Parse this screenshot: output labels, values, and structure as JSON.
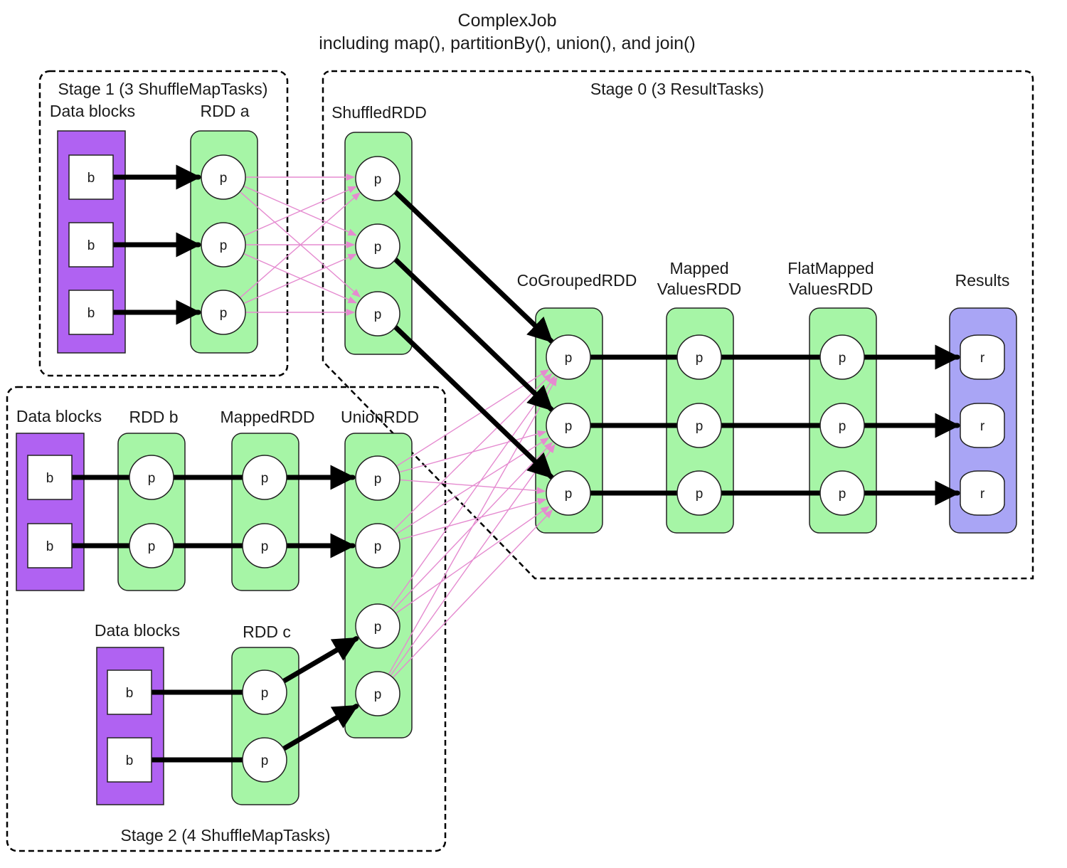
{
  "title": {
    "line1": "ComplexJob",
    "line2": "including map(), partitionBy(), union(), and join()"
  },
  "stages": {
    "stage1": "Stage 1 (3 ShuffleMapTasks)",
    "stage0": "Stage 0 (3 ResultTasks)",
    "stage2": "Stage 2 (4 ShuffleMapTasks)"
  },
  "labels": {
    "data_blocks_1": "Data blocks",
    "rdd_a": "RDD a",
    "shuffled_rdd": "ShuffledRDD",
    "cogrouped_rdd": "CoGroupedRDD",
    "mapped_values_rdd_1": "Mapped",
    "mapped_values_rdd_2": "ValuesRDD",
    "flatmapped_values_rdd_1": "FlatMapped",
    "flatmapped_values_rdd_2": "ValuesRDD",
    "results": "Results",
    "data_blocks_2": "Data blocks",
    "rdd_b": "RDD b",
    "mapped_rdd": "MappedRDD",
    "union_rdd": "UnionRDD",
    "data_blocks_3": "Data blocks",
    "rdd_c": "RDD c"
  },
  "node_labels": {
    "block": "b",
    "partition": "p",
    "result": "r"
  },
  "colors": {
    "rdd_fill": "#a6f5a6",
    "block_fill": "#b062f2",
    "result_fill": "#a9a5f5",
    "shuffle_edge": "#e58bd0",
    "narrow_edge": "#000000"
  }
}
